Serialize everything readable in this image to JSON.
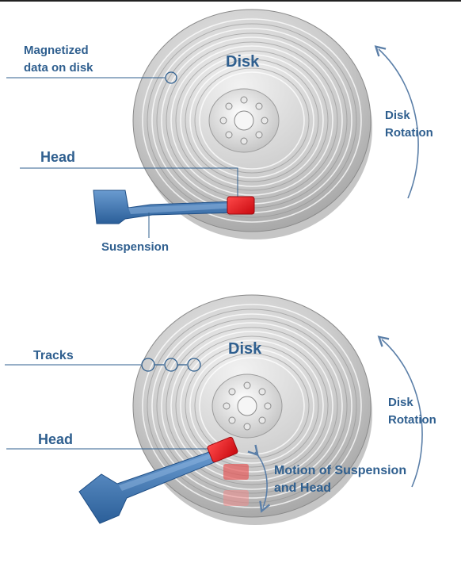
{
  "diagram1": {
    "disk_label": "Disk",
    "magnetized_label_line1": "Magnetized",
    "magnetized_label_line2": "data on disk",
    "head_label": "Head",
    "suspension_label": "Suspension",
    "rotation_line1": "Disk",
    "rotation_line2": "Rotation"
  },
  "diagram2": {
    "disk_label": "Disk",
    "tracks_label": "Tracks",
    "head_label": "Head",
    "rotation_line1": "Disk",
    "rotation_line2": "Rotation",
    "motion_line1": "Motion of Suspension",
    "motion_line2": "and Head"
  },
  "colors": {
    "label_blue": "#2f5f8f",
    "head_red": "#e0161d",
    "arm_blue": "#3f74ad",
    "disk_gray": "#c9c9c9"
  }
}
